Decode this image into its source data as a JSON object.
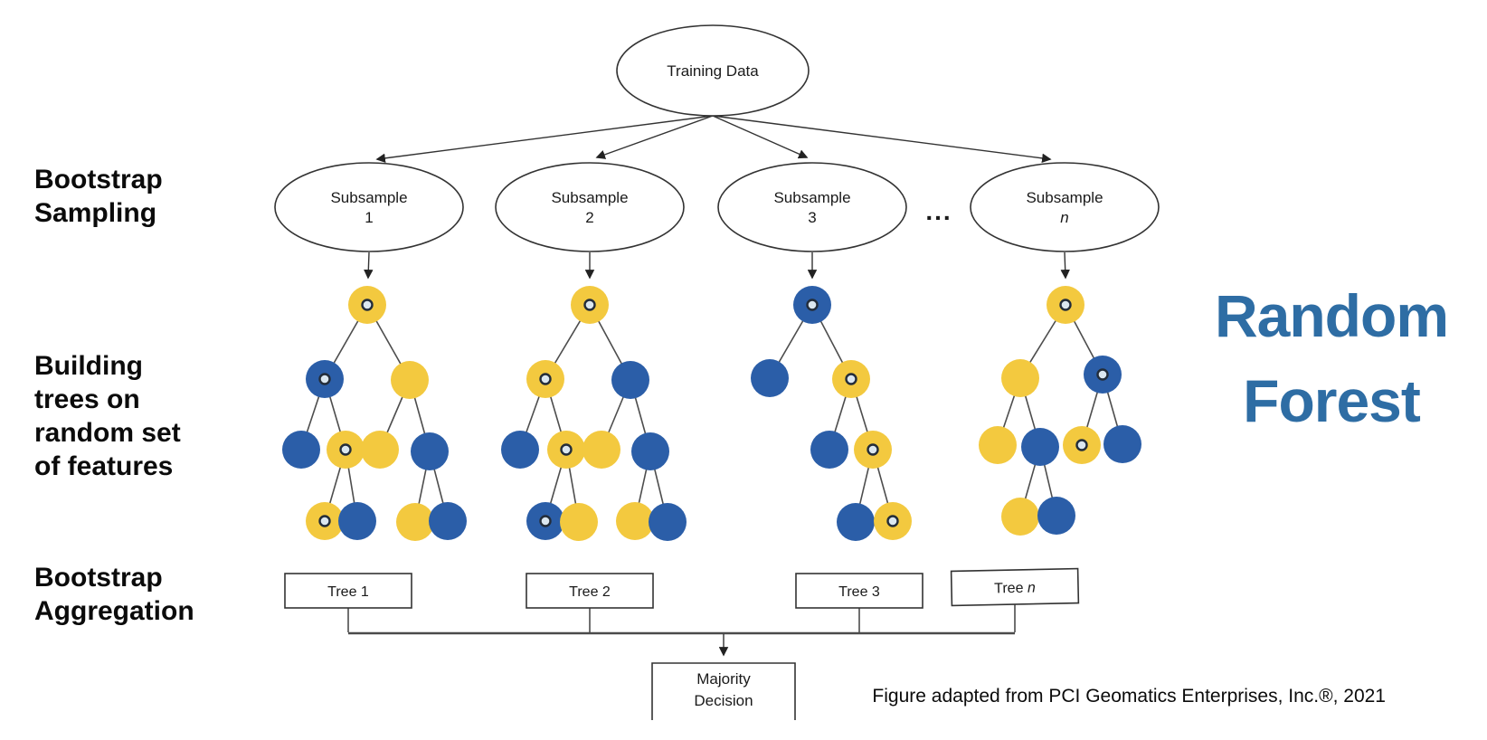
{
  "title": {
    "text": "Random\nForest",
    "color": "#2E6DA4"
  },
  "caption": "Figure adapted from PCI Geomatics Enterprises, Inc.®, 2021",
  "stage_labels": [
    {
      "id": "bootstrap-sampling",
      "text": "Bootstrap\nSampling"
    },
    {
      "id": "building-trees",
      "text": "Building\ntrees on\nrandom set\nof features"
    },
    {
      "id": "bootstrap-aggregation",
      "text": "Bootstrap\nAggregation"
    }
  ],
  "diagram": {
    "training": {
      "label": "Training Data"
    },
    "ellipsis": "...",
    "subsamples": [
      {
        "line1": "Subsample",
        "line2": "1"
      },
      {
        "line1": "Subsample",
        "line2": "2"
      },
      {
        "line1": "Subsample",
        "line2": "3"
      },
      {
        "line1": "Subsample",
        "line2": "n"
      }
    ],
    "tree_boxes": [
      {
        "label": "Tree 1",
        "suffix": ""
      },
      {
        "label": "Tree 2",
        "suffix": ""
      },
      {
        "label": "Tree 3",
        "suffix": ""
      },
      {
        "label": "Tree ",
        "suffix": "n"
      }
    ],
    "majority": {
      "lines": [
        "Majority",
        "Decision"
      ]
    },
    "colors": {
      "class_yellow": "#F3C93F",
      "class_blue": "#2B5EA8",
      "edge": "#4d4d4d"
    },
    "trees": [
      {
        "nodes": [
          [
            406,
            337,
            "y",
            1
          ],
          [
            359,
            419,
            "b",
            1
          ],
          [
            453,
            420,
            "y",
            0
          ],
          [
            333,
            497,
            "b",
            0
          ],
          [
            382,
            497,
            "y",
            1
          ],
          [
            420,
            497,
            "y",
            0
          ],
          [
            475,
            499,
            "b",
            0
          ],
          [
            359,
            576,
            "y",
            1
          ],
          [
            395,
            576,
            "b",
            0
          ],
          [
            459,
            577,
            "y",
            0
          ],
          [
            495,
            576,
            "b",
            0
          ]
        ],
        "edges": [
          [
            0,
            1
          ],
          [
            0,
            2
          ],
          [
            1,
            3
          ],
          [
            1,
            4
          ],
          [
            2,
            5
          ],
          [
            2,
            6
          ],
          [
            4,
            7
          ],
          [
            4,
            8
          ],
          [
            6,
            9
          ],
          [
            6,
            10
          ]
        ]
      },
      {
        "nodes": [
          [
            652,
            337,
            "y",
            1
          ],
          [
            603,
            419,
            "y",
            1
          ],
          [
            697,
            420,
            "b",
            0
          ],
          [
            575,
            497,
            "b",
            0
          ],
          [
            626,
            497,
            "y",
            1
          ],
          [
            665,
            497,
            "y",
            0
          ],
          [
            719,
            499,
            "b",
            0
          ],
          [
            603,
            576,
            "b",
            1
          ],
          [
            640,
            577,
            "y",
            0
          ],
          [
            702,
            576,
            "y",
            0
          ],
          [
            738,
            577,
            "b",
            0
          ]
        ],
        "edges": [
          [
            0,
            1
          ],
          [
            0,
            2
          ],
          [
            1,
            3
          ],
          [
            1,
            4
          ],
          [
            2,
            5
          ],
          [
            2,
            6
          ],
          [
            4,
            7
          ],
          [
            4,
            8
          ],
          [
            6,
            9
          ],
          [
            6,
            10
          ]
        ]
      },
      {
        "nodes": [
          [
            898,
            337,
            "b",
            1
          ],
          [
            851,
            418,
            "b",
            0
          ],
          [
            941,
            419,
            "y",
            1
          ],
          [
            917,
            497,
            "b",
            0
          ],
          [
            965,
            497,
            "y",
            1
          ],
          [
            946,
            577,
            "b",
            0
          ],
          [
            987,
            576,
            "y",
            1
          ]
        ],
        "edges": [
          [
            0,
            1
          ],
          [
            0,
            2
          ],
          [
            2,
            3
          ],
          [
            2,
            4
          ],
          [
            4,
            5
          ],
          [
            4,
            6
          ]
        ]
      },
      {
        "nodes": [
          [
            1178,
            337,
            "y",
            1
          ],
          [
            1128,
            418,
            "y",
            0
          ],
          [
            1219,
            414,
            "b",
            1
          ],
          [
            1103,
            492,
            "y",
            0
          ],
          [
            1150,
            494,
            "b",
            0
          ],
          [
            1196,
            492,
            "y",
            1
          ],
          [
            1241,
            491,
            "b",
            0
          ],
          [
            1128,
            571,
            "y",
            0
          ],
          [
            1168,
            570,
            "b",
            0
          ]
        ],
        "edges": [
          [
            0,
            1
          ],
          [
            0,
            2
          ],
          [
            1,
            3
          ],
          [
            1,
            4
          ],
          [
            2,
            5
          ],
          [
            2,
            6
          ],
          [
            4,
            7
          ],
          [
            4,
            8
          ]
        ]
      }
    ]
  }
}
